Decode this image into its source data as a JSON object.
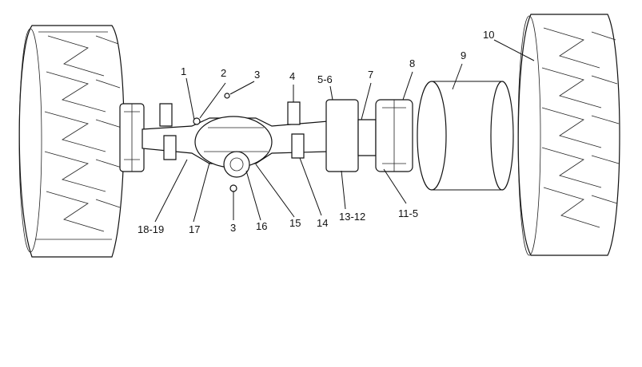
{
  "diagram": {
    "labels": {
      "l1": "1",
      "l2": "2",
      "l3a": "3",
      "l4": "4",
      "l5_6": "5-6",
      "l7": "7",
      "l8": "8",
      "l9": "9",
      "l10": "10",
      "l11_5": "11-5",
      "l13_12": "13-12",
      "l14": "14",
      "l15": "15",
      "l16": "16",
      "l3b": "3",
      "l17": "17",
      "l18_19": "18-19"
    }
  }
}
